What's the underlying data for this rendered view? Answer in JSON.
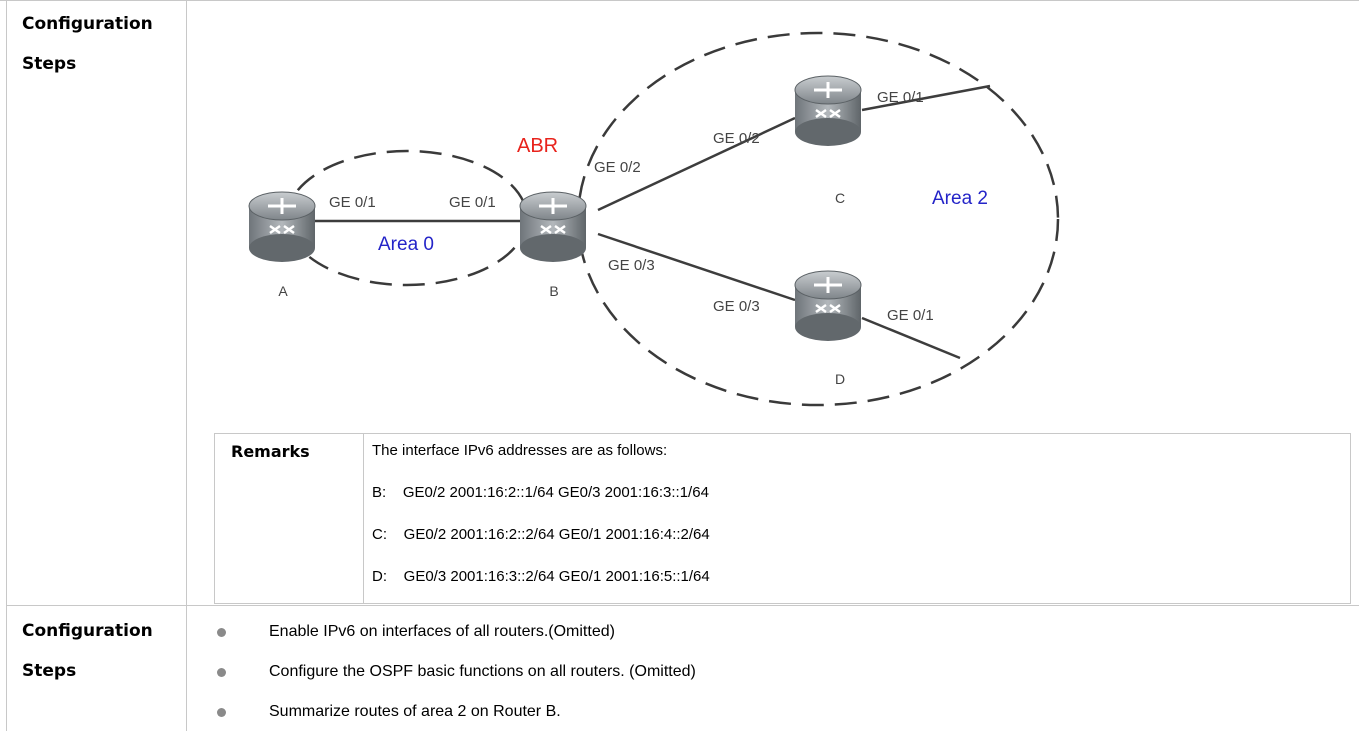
{
  "rows": [
    {
      "label_line1": "Configuration",
      "label_line2": "Steps"
    },
    {
      "label_line1": "Configuration",
      "label_line2": "Steps"
    }
  ],
  "diagram": {
    "abr_label": "ABR",
    "area0_label": "Area 0",
    "area2_label": "Area 2",
    "routers": {
      "a": "A",
      "b": "B",
      "c": "C",
      "d": "D"
    },
    "ports": {
      "a_ge01": "GE 0/1",
      "b_ge01": "GE 0/1",
      "b_ge02": "GE 0/2",
      "b_ge03": "GE 0/3",
      "c_ge02": "GE 0/2",
      "c_ge01": "GE 0/1",
      "d_ge03": "GE 0/3",
      "d_ge01": "GE 0/1"
    },
    "colors": {
      "abr": "#e8231c",
      "area": "#2424c8",
      "link": "#3d3d3d",
      "router": "#8d9296"
    }
  },
  "remarks": {
    "label": "Remarks",
    "lines": [
      "The interface IPv6 addresses are as follows:",
      "B:    GE0/2 2001:16:2::1/64 GE0/3 2001:16:3::1/64",
      "C:    GE0/2 2001:16:2::2/64 GE0/1 2001:16:4::2/64",
      "D:    GE0/3 2001:16:3::2/64 GE0/1 2001:16:5::1/64"
    ]
  },
  "steps": [
    "Enable IPv6 on interfaces of all routers.(Omitted)",
    "Configure the OSPF basic functions on all routers. (Omitted)",
    "Summarize routes of area 2 on Router B."
  ]
}
